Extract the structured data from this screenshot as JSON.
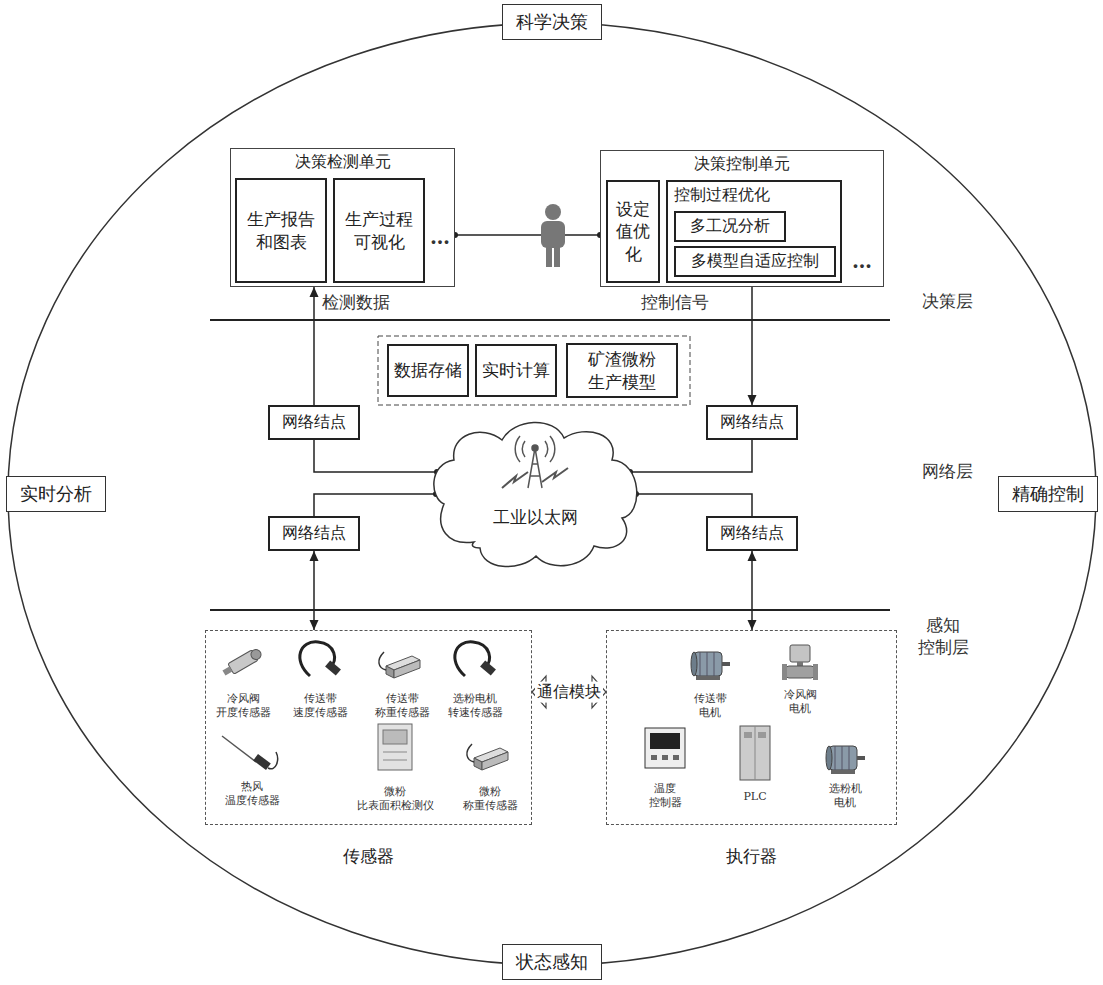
{
  "diagram": {
    "nodes": [
      {
        "text": [
          "科学决策"
        ]
      },
      {
        "text": [
          "决策检测单元"
        ]
      },
      {
        "text": [
          "生产报告 和图表"
        ],
        "in": 1
      },
      {
        "text": [
          "生产过程 可视化"
        ],
        "in": 1
      },
      {
        "text": [
          "决策控制单元"
        ]
      },
      {
        "text": [
          "设定 值优 化"
        ],
        "in": 4
      },
      {
        "text": [
          "控制过程优化"
        ],
        "in": 4
      },
      {
        "text": [
          "多工况分析"
        ],
        "in": 6
      },
      {
        "text": [
          "多模型自适应控制"
        ],
        "in": 6
      },
      {
        "text": [
          "数据存储"
        ]
      },
      {
        "text": [
          "实时计算"
        ]
      },
      {
        "text": [
          "矿渣微粉 生产模型"
        ]
      },
      {
        "text": [
          "网络结点"
        ]
      },
      {
        "text": [
          "网络结点"
        ]
      },
      {
        "text": [
          "实时分析"
        ]
      },
      {
        "text": [
          "工业以太网"
        ]
      },
      {
        "text": [
          "精确控制"
        ]
      },
      {
        "text": [
          "网络结点"
        ]
      },
      {
        "text": [
          "网络结点"
        ]
      },
      {
        "text": [
          "传感器"
        ]
      },
      {
        "text": [
          "执行器"
        ]
      },
      {
        "text": [
          "状态感知"
        ]
      }
    ],
    "edges": [
      {
        "from": 1,
        "to": 4,
        "arrow": "none"
      },
      {
        "from": 12,
        "to": 1,
        "arrow": "to"
      },
      {
        "from": 4,
        "to": 13,
        "arrow": "to"
      },
      {
        "from": 12,
        "to": 15,
        "arrow": "none"
      },
      {
        "from": 15,
        "to": 13,
        "arrow": "none"
      },
      {
        "from": 15,
        "to": 17,
        "arrow": "none"
      },
      {
        "from": 15,
        "to": 18,
        "arrow": "none"
      },
      {
        "from": 17,
        "to": 19,
        "arrow": "both"
      },
      {
        "from": 18,
        "to": 20,
        "arrow": "both"
      },
      {
        "from": 19,
        "to": 20,
        "label": "通信模块",
        "arrow": "both"
      }
    ],
    "labels": [
      "…",
      "…",
      "检测数据",
      "控制信号",
      "决策层",
      "网络层",
      "感知 控制层",
      "冷风阀 开度传感器",
      "传送带 速度传感器",
      "传送带 称重传感器",
      "选粉电机 转速传感器",
      "热风 温度传感器",
      "微粉 比表面积检测仪",
      "微粉 称重传感器",
      "传送带 电机",
      "冷风阀 电机",
      "温度 控制器",
      "PLC",
      "选粉机 电机"
    ]
  }
}
